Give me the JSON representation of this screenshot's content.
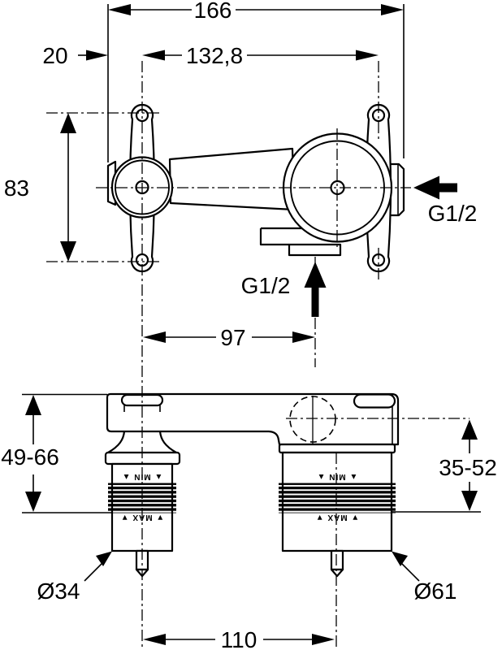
{
  "drawing": {
    "top_view": {
      "overall_width": "166",
      "offset_left": "20",
      "hole_spacing_horizontal": "132,8",
      "hole_spacing_vertical": "83",
      "side_connection_thread": "G1/2",
      "bottom_connection_thread": "G1/2",
      "outlet_distance": "97"
    },
    "front_view": {
      "depth_range_left": "49-66",
      "depth_range_right": "35-52",
      "diameter_small": "Ø34",
      "diameter_large": "Ø61",
      "connection_spacing": "110",
      "min_marking": "▲ MIN ▲",
      "max_marking": "▼ MAX ▼"
    }
  }
}
